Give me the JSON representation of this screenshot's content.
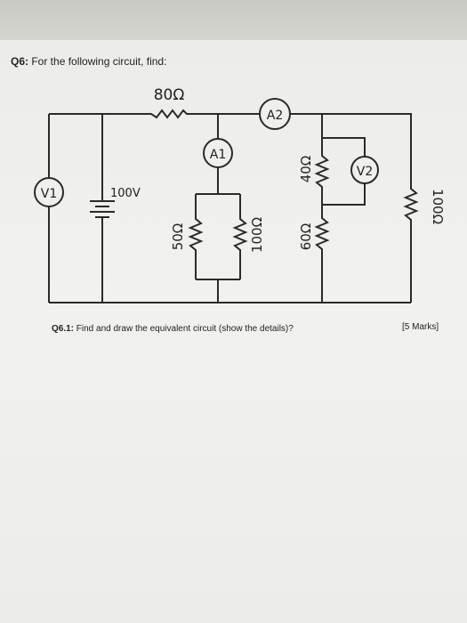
{
  "question": {
    "label": "Q6:",
    "text": " For the following circuit, find:"
  },
  "circuit": {
    "r_top": "80Ω",
    "ammeter_a2": "A2",
    "ammeter_a1": "A1",
    "voltmeter_v1": "V1",
    "source_voltage": "100V",
    "r_50": "50Ω",
    "r_100_mid": "100Ω",
    "r_40": "40Ω",
    "r_60": "60Ω",
    "voltmeter_v2": "V2",
    "r_100_right": "100Ω"
  },
  "subquestion": {
    "label": "Q6.1:",
    "text": " Find and draw the equivalent circuit (show the details)?"
  },
  "marks": "[5 Marks]"
}
